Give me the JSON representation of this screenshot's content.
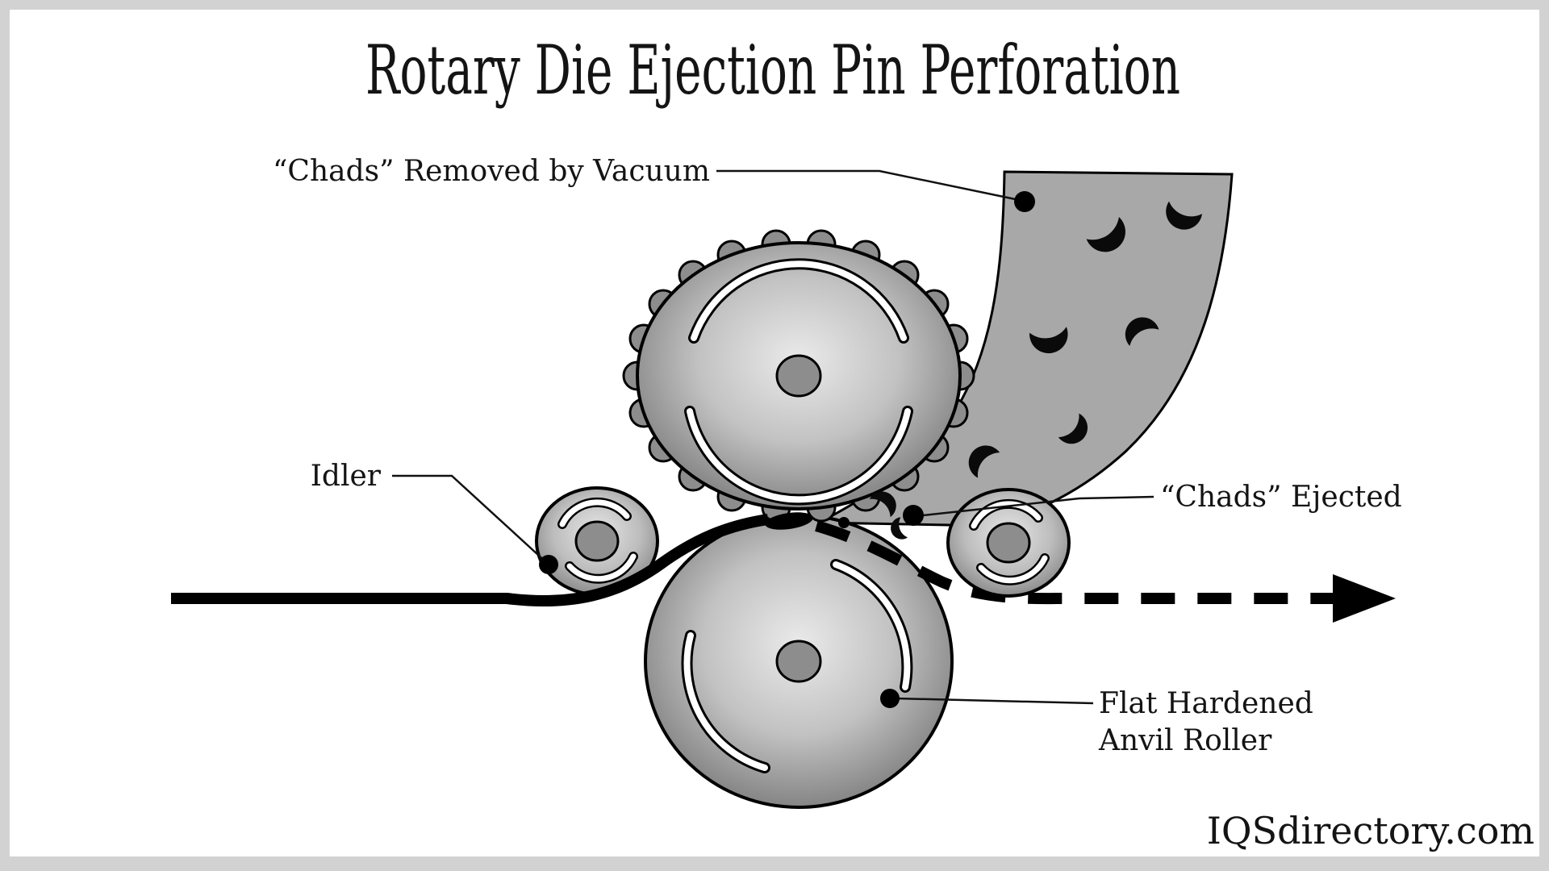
{
  "title": "Rotary Die Ejection Pin Perforation",
  "watermark": "IQSdirectory.com",
  "labels": {
    "vacuum": "“Chads” Removed by Vacuum",
    "idler": "Idler",
    "ejected": "“Chads” Ejected",
    "anvil_line1": "Flat Hardened",
    "anvil_line2": "Anvil Roller"
  },
  "diagram": {
    "type": "technical-illustration",
    "components": [
      "pin-roller-with-ejection-pins",
      "flat-hardened-anvil-roller",
      "left-idler-roller",
      "right-idler-roller",
      "vacuum-duct-with-chads",
      "web-path-with-direction-arrow"
    ],
    "colors": {
      "page_background": "#d2d2d2",
      "canvas": "#ffffff",
      "duct_gray": "#a8a8a8",
      "roller_edge": "#787878",
      "roller_highlight": "#e8e8e8",
      "hub_gray": "#8d8d8d",
      "ink": "#000000"
    }
  }
}
